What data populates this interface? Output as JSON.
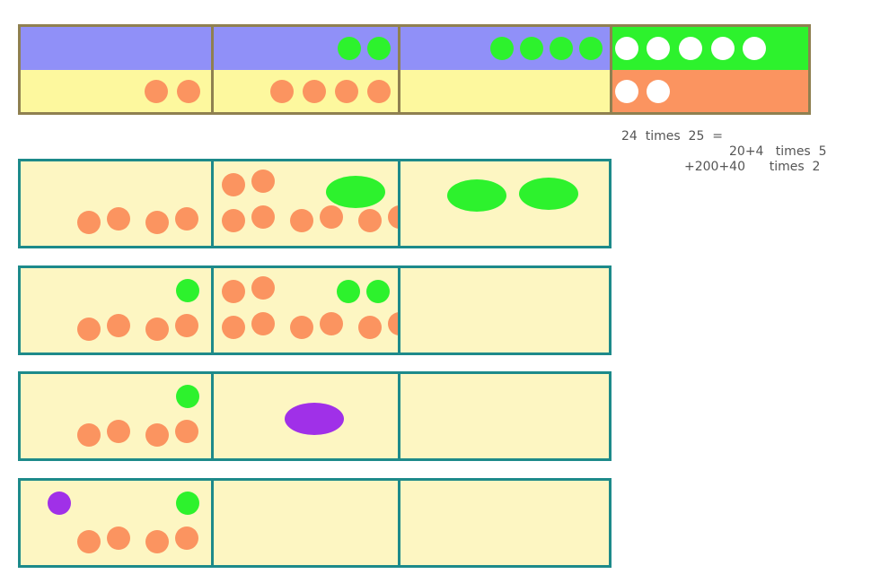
{
  "colors": {
    "orange": "#fb9460",
    "green": "#2df22d",
    "white": "#ffffff",
    "purple": "#a030e8",
    "blue_band": "#9090f8",
    "yellow_band": "#fdf89e",
    "cell_fill": "#fdf6c2",
    "top_border": "#8f8050",
    "row_border": "#1d8a8a",
    "text": "#555555"
  },
  "calculation": {
    "line1": "24  times  25  =",
    "line2": "20+4   times  5",
    "line3": "+200+40      times  2"
  },
  "top_board": {
    "columns": [
      {
        "upper": {
          "color": "blue_band",
          "pieces": []
        },
        "lower": {
          "color": "yellow_band",
          "pieces": [
            "orange",
            "orange"
          ]
        }
      },
      {
        "upper": {
          "color": "blue_band",
          "pieces": [
            "green",
            "green"
          ]
        },
        "lower": {
          "color": "yellow_band",
          "pieces": [
            "orange",
            "orange",
            "orange",
            "orange"
          ]
        }
      },
      {
        "upper": {
          "color": "blue_band",
          "pieces": [
            "green",
            "green",
            "green",
            "green"
          ]
        },
        "lower": {
          "color": "yellow_band",
          "pieces": []
        }
      },
      {
        "upper": {
          "color": "green",
          "pieces": [
            "white",
            "white",
            "white",
            "white",
            "white"
          ]
        },
        "lower": {
          "color": "orange",
          "pieces": [
            "white",
            "white"
          ]
        }
      }
    ]
  },
  "step_boards": [
    {
      "cells": [
        {
          "orange": 4,
          "green": 0,
          "purple": 0,
          "big_green": 0,
          "big_purple": 0
        },
        {
          "orange": 8,
          "green": 0,
          "purple": 0,
          "big_green": 1,
          "big_purple": 0
        },
        {
          "orange": 0,
          "green": 0,
          "purple": 0,
          "big_green": 2,
          "big_purple": 0
        }
      ]
    },
    {
      "cells": [
        {
          "orange": 4,
          "green": 1,
          "purple": 0,
          "big_green": 0,
          "big_purple": 0
        },
        {
          "orange": 8,
          "green": 2,
          "purple": 0,
          "big_green": 0,
          "big_purple": 0
        },
        {
          "orange": 0,
          "green": 0,
          "purple": 0,
          "big_green": 0,
          "big_purple": 0
        }
      ]
    },
    {
      "cells": [
        {
          "orange": 4,
          "green": 1,
          "purple": 0,
          "big_green": 0,
          "big_purple": 0
        },
        {
          "orange": 0,
          "green": 0,
          "purple": 0,
          "big_green": 0,
          "big_purple": 1
        },
        {
          "orange": 0,
          "green": 0,
          "purple": 0,
          "big_green": 0,
          "big_purple": 0
        }
      ]
    },
    {
      "cells": [
        {
          "orange": 4,
          "green": 1,
          "purple": 1,
          "big_green": 0,
          "big_purple": 0
        },
        {
          "orange": 0,
          "green": 0,
          "purple": 0,
          "big_green": 0,
          "big_purple": 0
        },
        {
          "orange": 0,
          "green": 0,
          "purple": 0,
          "big_green": 0,
          "big_purple": 0
        }
      ]
    }
  ]
}
